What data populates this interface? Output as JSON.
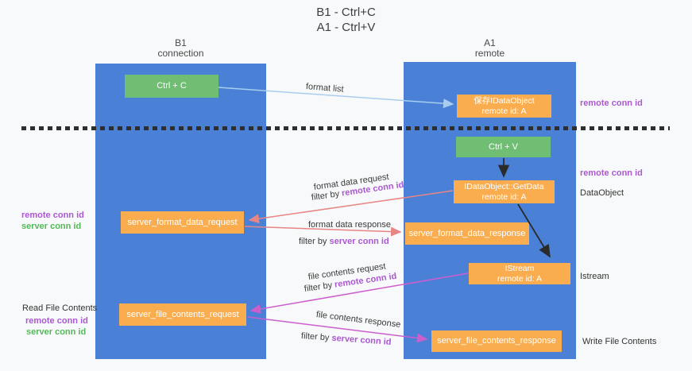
{
  "title": {
    "line1": "B1 - Ctrl+C",
    "line2": "A1 - Ctrl+V"
  },
  "columns": {
    "left": {
      "name": "B1",
      "subtitle": "connection"
    },
    "right": {
      "name": "A1",
      "subtitle": "remote"
    }
  },
  "nodes": {
    "ctrl_c": {
      "label": "Ctrl + C"
    },
    "save_idataobject": {
      "line1": "保存IDataObject",
      "line2": "remote id: A"
    },
    "ctrl_v": {
      "label": "Ctrl + V"
    },
    "getdata": {
      "line1": "IDataObject::GetData",
      "line2": "remote id: A"
    },
    "format_request": {
      "label": "server_format_data_request"
    },
    "format_response": {
      "label": "server_format_data_response"
    },
    "istream": {
      "line1": "IStream",
      "line2": "remote id: A"
    },
    "file_request": {
      "label": "server_file_contents_request"
    },
    "file_response": {
      "label": "server_file_contents_response"
    }
  },
  "side": {
    "remote_conn_top": "remote conn id",
    "remote_conn_mid": "remote conn id",
    "dataobject": "DataObject",
    "istream": "Istream",
    "write_file": "Write File Contents",
    "read_file": "Read File Contents",
    "fmt_remote": "remote conn id",
    "fmt_server": "server conn id",
    "file_remote": "remote conn id",
    "file_server": "server conn id"
  },
  "labels": {
    "format_list": "format list",
    "format_data_request": "format data request",
    "format_data_response": "format data response",
    "file_contents_request": "file contents request",
    "file_contents_response": "file contents response",
    "filter_by": "filter by ",
    "remote_conn_id": "remote conn id",
    "server_conn_id": "server conn id"
  },
  "colors": {
    "background": "#f8f9fa",
    "lane_blue": "#4a80d6",
    "box_green": "#6fbe74",
    "box_orange": "#f9ad4e",
    "text_purple": "#ab58d2",
    "text_green": "#55b75a",
    "arrow_salmon": "#e88585",
    "arrow_magenta": "#cd5ecd",
    "arrow_lightblue": "#a9cdee",
    "arrow_black": "#2b2b2b",
    "dash_line": "#2e2e2e"
  }
}
